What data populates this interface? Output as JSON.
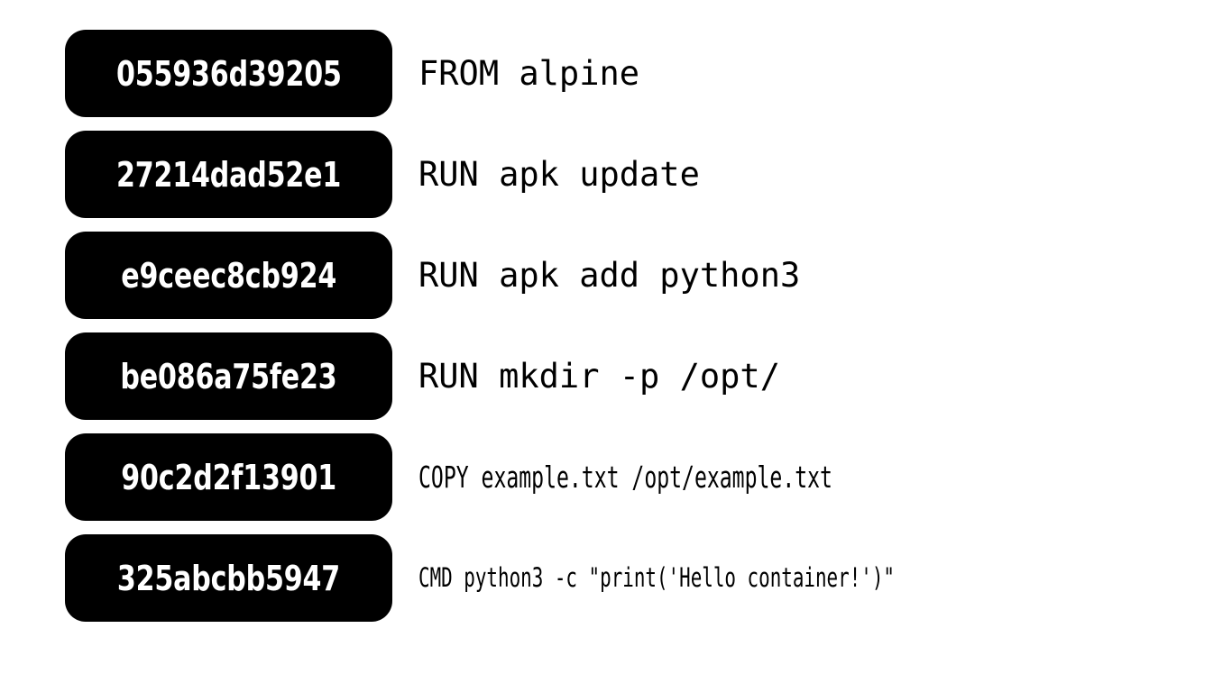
{
  "background_color": "#ffffff",
  "pill_color": "#000000",
  "pill_text_color": "#ffffff",
  "command_text_color": "#000000",
  "layers": [
    {
      "id": "055936d39205",
      "command": "FROM alpine",
      "size_class": "cmd-size-lg"
    },
    {
      "id": "27214dad52e1",
      "command": "RUN apk update",
      "size_class": "cmd-size-lg"
    },
    {
      "id": "e9ceec8cb924",
      "command": "RUN apk add python3",
      "size_class": "cmd-size-lg"
    },
    {
      "id": "be086a75fe23",
      "command": "RUN mkdir -p /opt/",
      "size_class": "cmd-size-lg"
    },
    {
      "id": "90c2d2f13901",
      "command": "COPY example.txt /opt/example.txt",
      "size_class": "cmd-size-sm"
    },
    {
      "id": "325abcbb5947",
      "command": "CMD python3 -c \"print('Hello container!')\"",
      "size_class": "cmd-size-xs"
    }
  ]
}
